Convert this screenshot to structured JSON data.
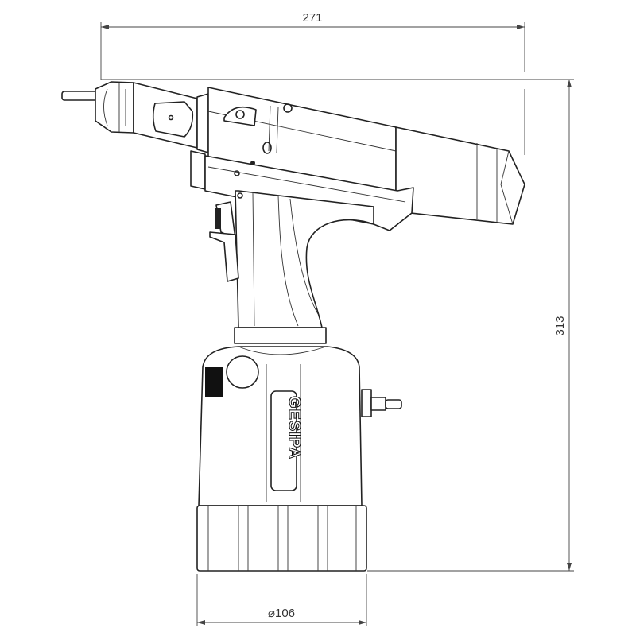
{
  "drawing": {
    "brand_logo": "GESIPA",
    "dimensions": {
      "overall_length": "271",
      "overall_height": "313",
      "base_diameter": "⌀106"
    }
  }
}
